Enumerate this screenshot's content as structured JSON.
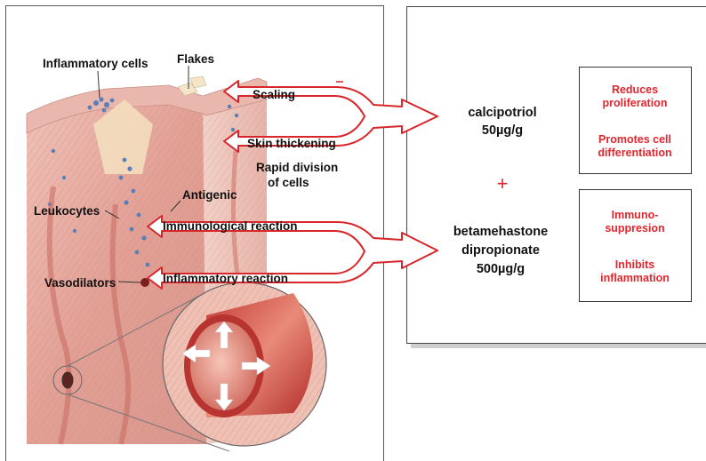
{
  "labels": {
    "inflammatory_cells": "Inflammatory cells",
    "flakes": "Flakes",
    "scaling": "Scaling",
    "skin_thickening": "Skin thickening",
    "rapid_division_1": "Rapid division",
    "rapid_division_2": "of cells",
    "antigenic": "Antigenic",
    "leukocytes": "Leukocytes",
    "immunological_reaction": "Immunological reaction",
    "vasodilators": "Vasodilators",
    "inflammatory_reaction": "Inflammatory reaction"
  },
  "drugs": {
    "drug1_name": "calcipotriol",
    "drug1_dose": "50µg/g",
    "plus": "+",
    "drug2_line1": "betamehastone",
    "drug2_line2": "dipropionate",
    "drug2_dose": "500µg/g"
  },
  "effects": {
    "box1_a1": "Reduces",
    "box1_a2": "proliferation",
    "box1_b1": "Promotes cell",
    "box1_b2": "differentiation",
    "box2_a1": "Immuno-",
    "box2_a2": "suppresion",
    "box2_b1": "Inhibits",
    "box2_b2": "inflammation"
  },
  "colors": {
    "accent_red": "#e1262e",
    "arrow_red": "#d8262a",
    "skin_pink": "#e6a8a0"
  }
}
